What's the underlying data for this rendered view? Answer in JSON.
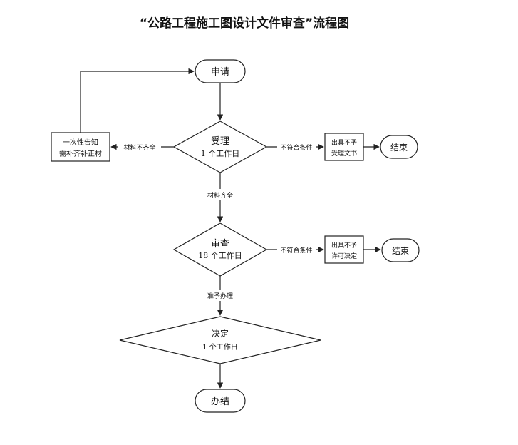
{
  "title": "“公路工程施工图设计文件审查”流程图",
  "nodes": {
    "apply": "申请",
    "accept_title": "受理",
    "accept_days": "1 个工作日",
    "notify_line1": "一次性告知",
    "notify_line2": "需补齐补正材",
    "reject_accept_line1": "出具不予",
    "reject_accept_line2": "受理文书",
    "end1": "结束",
    "review_title": "审查",
    "review_days": "18 个工作日",
    "reject_permit_line1": "出具不予",
    "reject_permit_line2": "许可决定",
    "end2": "结束",
    "decide_title": "决定",
    "decide_days": "1 个工作日",
    "done": "办结"
  },
  "edges": {
    "materials_incomplete": "材料不齐全",
    "not_qualified_1": "不符合条件",
    "materials_complete": "材料齐全",
    "not_qualified_2": "不符合条件",
    "approve": "准予办理"
  }
}
